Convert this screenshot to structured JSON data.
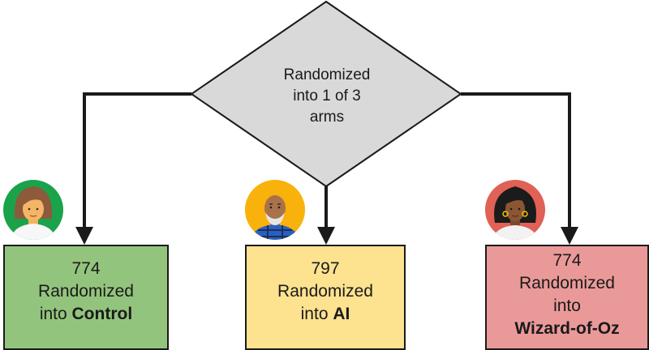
{
  "decision": {
    "lines": [
      "Randomized",
      "into 1 of 3",
      "arms"
    ]
  },
  "arms": [
    {
      "count": "774",
      "line2": "Randomized",
      "prefix": "into ",
      "arm": "Control",
      "color": "#93c47d",
      "avatar_icon": "woman-avatar-icon"
    },
    {
      "count": "797",
      "line2": "Randomized",
      "prefix": "into ",
      "arm": "AI",
      "color": "#fde28f",
      "avatar_icon": "bearded-man-avatar-icon"
    },
    {
      "count": "774",
      "line2": "Randomized",
      "prefix": "into",
      "arm": "Wizard-of-Oz",
      "color": "#ea9999",
      "avatar_icon": "woman-curly-hair-avatar-icon"
    }
  ],
  "colors": {
    "diamond_fill": "#d9d9d9",
    "stroke": "#1a1a1a"
  }
}
